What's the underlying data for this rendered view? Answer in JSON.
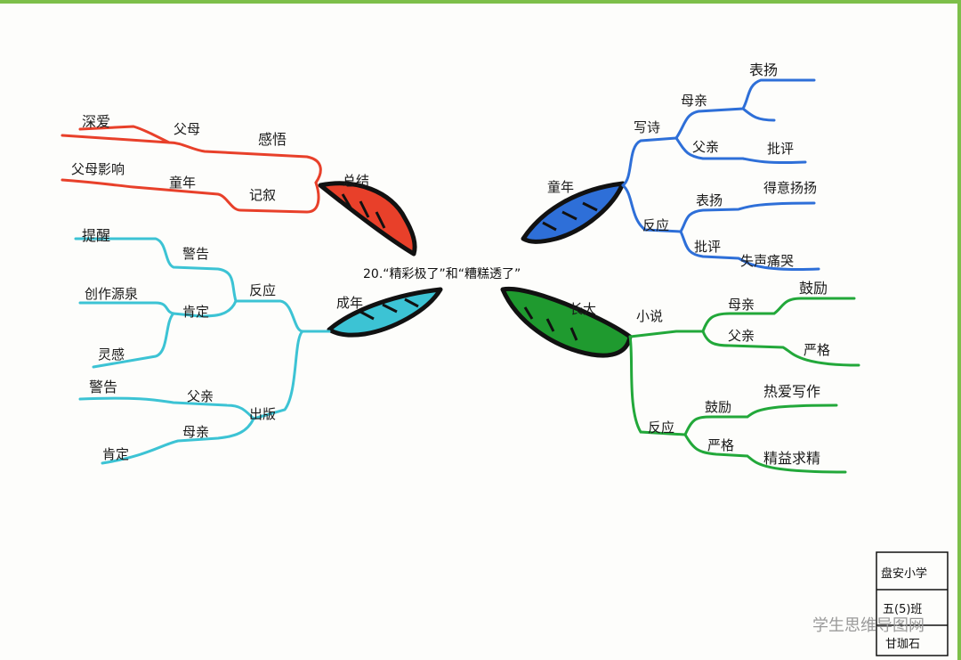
{
  "title": "20.“精彩极了”和“糟糕透了”",
  "branches": {
    "summary": {
      "label": "总结",
      "color": "#e8402a",
      "nodes": {
        "gan_wu": "感悟",
        "fu_mu": "父母",
        "shen_ai": "深爱",
        "ji_xu": "记叙",
        "tong_nian": "童年",
        "fu_mu_ying_xiang": "父母影响"
      }
    },
    "adult_youth": {
      "label": "成年",
      "color": "#3cc3d4",
      "nodes": {
        "fan_ying": "反应",
        "jing_gao": "警告",
        "ti_xing": "提醒",
        "ken_ding": "肯定",
        "chuang_zuo_yuan_quan": "创作源泉",
        "ling_gan": "灵感",
        "chu_ban": "出版",
        "fu_qin": "父亲",
        "jing_gao_2": "警告",
        "mu_qin": "母亲",
        "ken_ding_2": "肯定"
      }
    },
    "childhood": {
      "label": "童年",
      "color": "#2e6fd8",
      "nodes": {
        "xie_shi": "写诗",
        "mu_qin": "母亲",
        "biao_yang": "表扬",
        "fu_qin": "父亲",
        "pi_ping": "批评",
        "fan_ying": "反应",
        "biao_yang_2": "表扬",
        "de_yi_yang_yang": "得意扬扬",
        "pi_ping_2": "批评",
        "shi_sheng_tong_ku": "失声痛哭"
      }
    },
    "grown_up": {
      "label": "长大",
      "color": "#22a83a",
      "nodes": {
        "xiao_shuo": "小说",
        "mu_qin": "母亲",
        "gu_li": "鼓励",
        "fu_qin": "父亲",
        "yan_ge": "严格",
        "fan_ying": "反应",
        "gu_li_2": "鼓励",
        "re_ai_xie_zuo": "热爱写作",
        "yan_ge_2": "严格",
        "jing_yi_qiu_jing": "精益求精"
      }
    }
  },
  "info_box": {
    "school": "盘安小学",
    "class": "五(5)班",
    "name": "甘珈石"
  },
  "watermark": "学生思维导图网"
}
